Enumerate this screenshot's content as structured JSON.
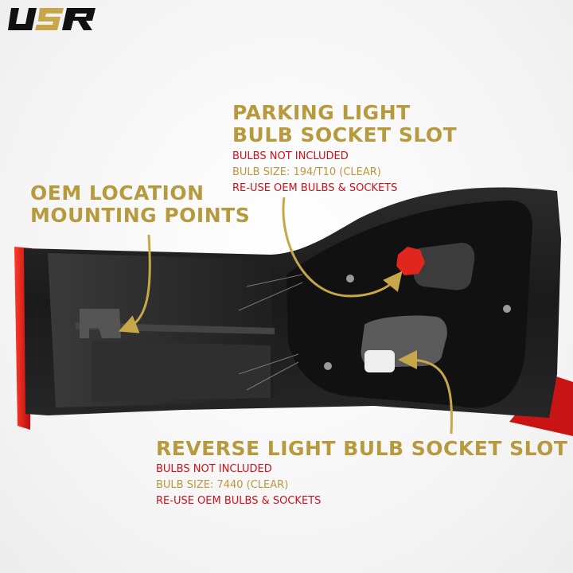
{
  "brand": {
    "logo_text": "USR",
    "logo_colors": [
      "#111111",
      "#c8a64a"
    ]
  },
  "callouts": {
    "parking": {
      "title_line1": "PARKING LIGHT",
      "title_line2": "BULB SOCKET SLOT",
      "note1": "BULBS NOT INCLUDED",
      "note2": "BULB SIZE: 194/T10 (CLEAR)",
      "note3": "RE-USE OEM BULBS & SOCKETS"
    },
    "oem": {
      "title_line1": "OEM LOCATION",
      "title_line2": "MOUNTING POINTS"
    },
    "reverse": {
      "title": "REVERSE LIGHT BULB SOCKET SLOT",
      "note1": "BULBS NOT INCLUDED",
      "note2": "BULB SIZE: 7440 (CLEAR)",
      "note3": "RE-USE OEM BULBS & SOCKETS"
    }
  },
  "colors": {
    "gold": "#b89a3e",
    "red": "#d0101a",
    "housing": "#1c1c1c",
    "lens": "#d41a1a"
  }
}
